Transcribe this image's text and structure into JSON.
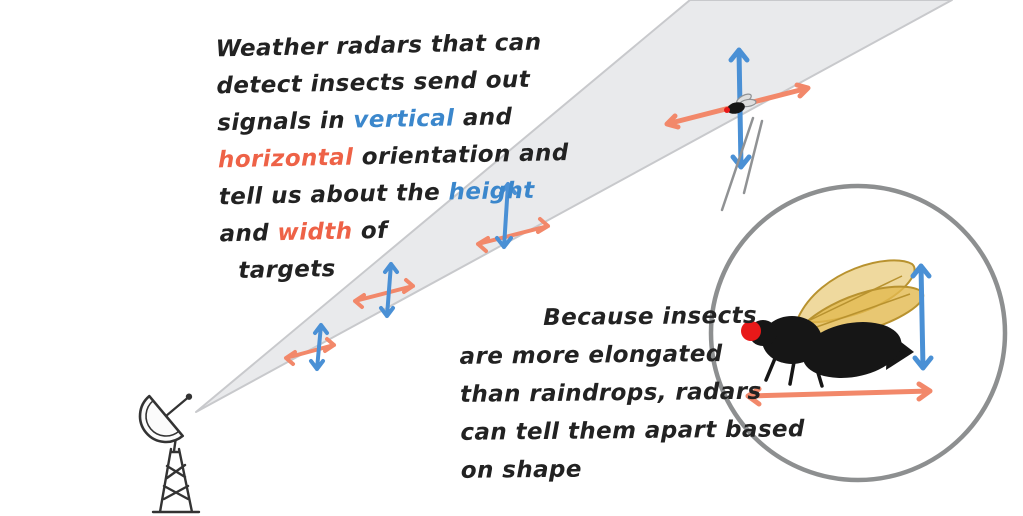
{
  "colors": {
    "text": "#222222",
    "blue": "#3b87cc",
    "orange": "#ee6247",
    "arrow_blue": "#4a90d5",
    "arrow_orange": "#f2886a",
    "beam_fill": "#e9eaec",
    "beam_edge": "#c8c9cc",
    "circle_gray": "#8d8f90",
    "connector_gray": "#909294",
    "ink": "#333333",
    "fly_black": "#161616",
    "wing_fill": "#e2b94f",
    "wing_edge": "#b8922f",
    "eye_red": "#e81919",
    "small_wing": "#dedede"
  },
  "radar_caption": {
    "lines": [
      [
        {
          "text": "Weather radars that can",
          "color": "default"
        }
      ],
      [
        {
          "text": "detect insects send out",
          "color": "default"
        }
      ],
      [
        {
          "text": "signals in ",
          "color": "default"
        },
        {
          "text": "vertical",
          "color": "blue"
        },
        {
          "text": " and",
          "color": "default"
        }
      ],
      [
        {
          "text": "horizontal",
          "color": "orange"
        },
        {
          "text": " orientation and",
          "color": "default"
        }
      ],
      [
        {
          "text": "tell us about the ",
          "color": "default"
        },
        {
          "text": "height",
          "color": "blue"
        }
      ],
      [
        {
          "text": "and ",
          "color": "default"
        },
        {
          "text": "width",
          "color": "orange"
        },
        {
          "text": " of",
          "color": "default"
        }
      ],
      [
        {
          "text": "targets",
          "color": "default"
        }
      ]
    ]
  },
  "shape_caption": {
    "lines": [
      [
        {
          "text": "Because insects",
          "color": "default"
        }
      ],
      [
        {
          "text": "are more elongated",
          "color": "default"
        }
      ],
      [
        {
          "text": "than raindrops, radars",
          "color": "default"
        }
      ],
      [
        {
          "text": "can tell them apart based",
          "color": "default"
        }
      ],
      [
        {
          "text": "on shape",
          "color": "default"
        }
      ]
    ]
  }
}
